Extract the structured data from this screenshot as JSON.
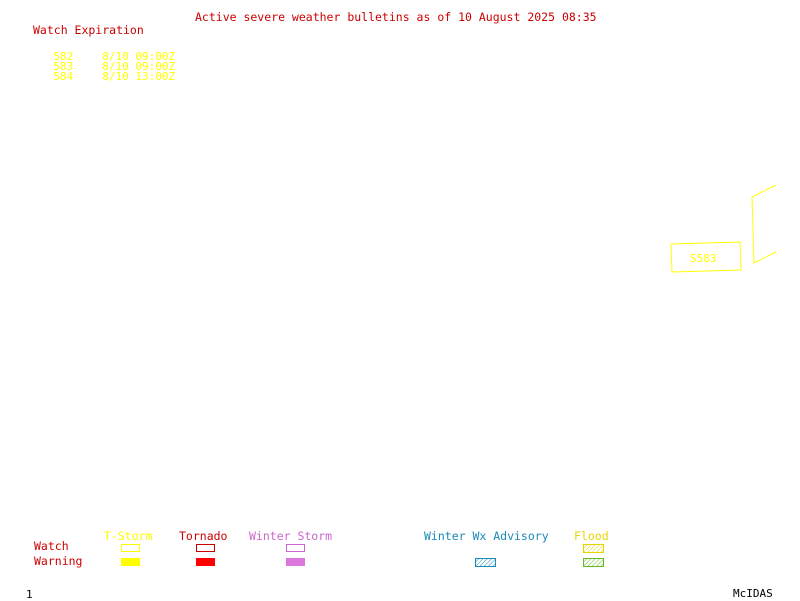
{
  "header": {
    "title": "Active severe weather bulletins as of 10 August 2025 08:35",
    "title_color": "#cc0000"
  },
  "watch_expiration": {
    "title": "Watch Expiration",
    "text_color": "#ffff00",
    "rows": [
      {
        "id": "582",
        "expires": "8/10 09:00Z"
      },
      {
        "id": "583",
        "expires": "8/10 09:00Z"
      },
      {
        "id": "584",
        "expires": "8/10 13:00Z"
      }
    ]
  },
  "map": {
    "watch_label": "S583",
    "outline_color": "#ffff00"
  },
  "legend": {
    "row_labels": {
      "watch": "Watch",
      "warning": "Warning"
    },
    "row_label_color": "#cc0000",
    "categories": [
      {
        "label": "T-Storm",
        "color": "#ffff00",
        "watch_style": "outline",
        "warning_style": "fill"
      },
      {
        "label": "Tornado",
        "color": "#cc0000",
        "warning_color": "#ff0000",
        "watch_style": "outline",
        "warning_style": "fill"
      },
      {
        "label": "Winter Storm",
        "color": "#cc66cc",
        "warning_color": "#dd77dd",
        "watch_style": "outline",
        "warning_style": "fill"
      },
      {
        "label": "Winter Wx Advisory",
        "color": "#1a8ab8",
        "watch_style": "none",
        "warning_style": "hatch"
      },
      {
        "label": "Flood",
        "color": "#e6d600",
        "warning_color": "#66bb22",
        "watch_style": "hatch",
        "warning_style": "hatch"
      }
    ]
  },
  "footer": {
    "frame_number": "1",
    "brand": "McIDAS"
  }
}
